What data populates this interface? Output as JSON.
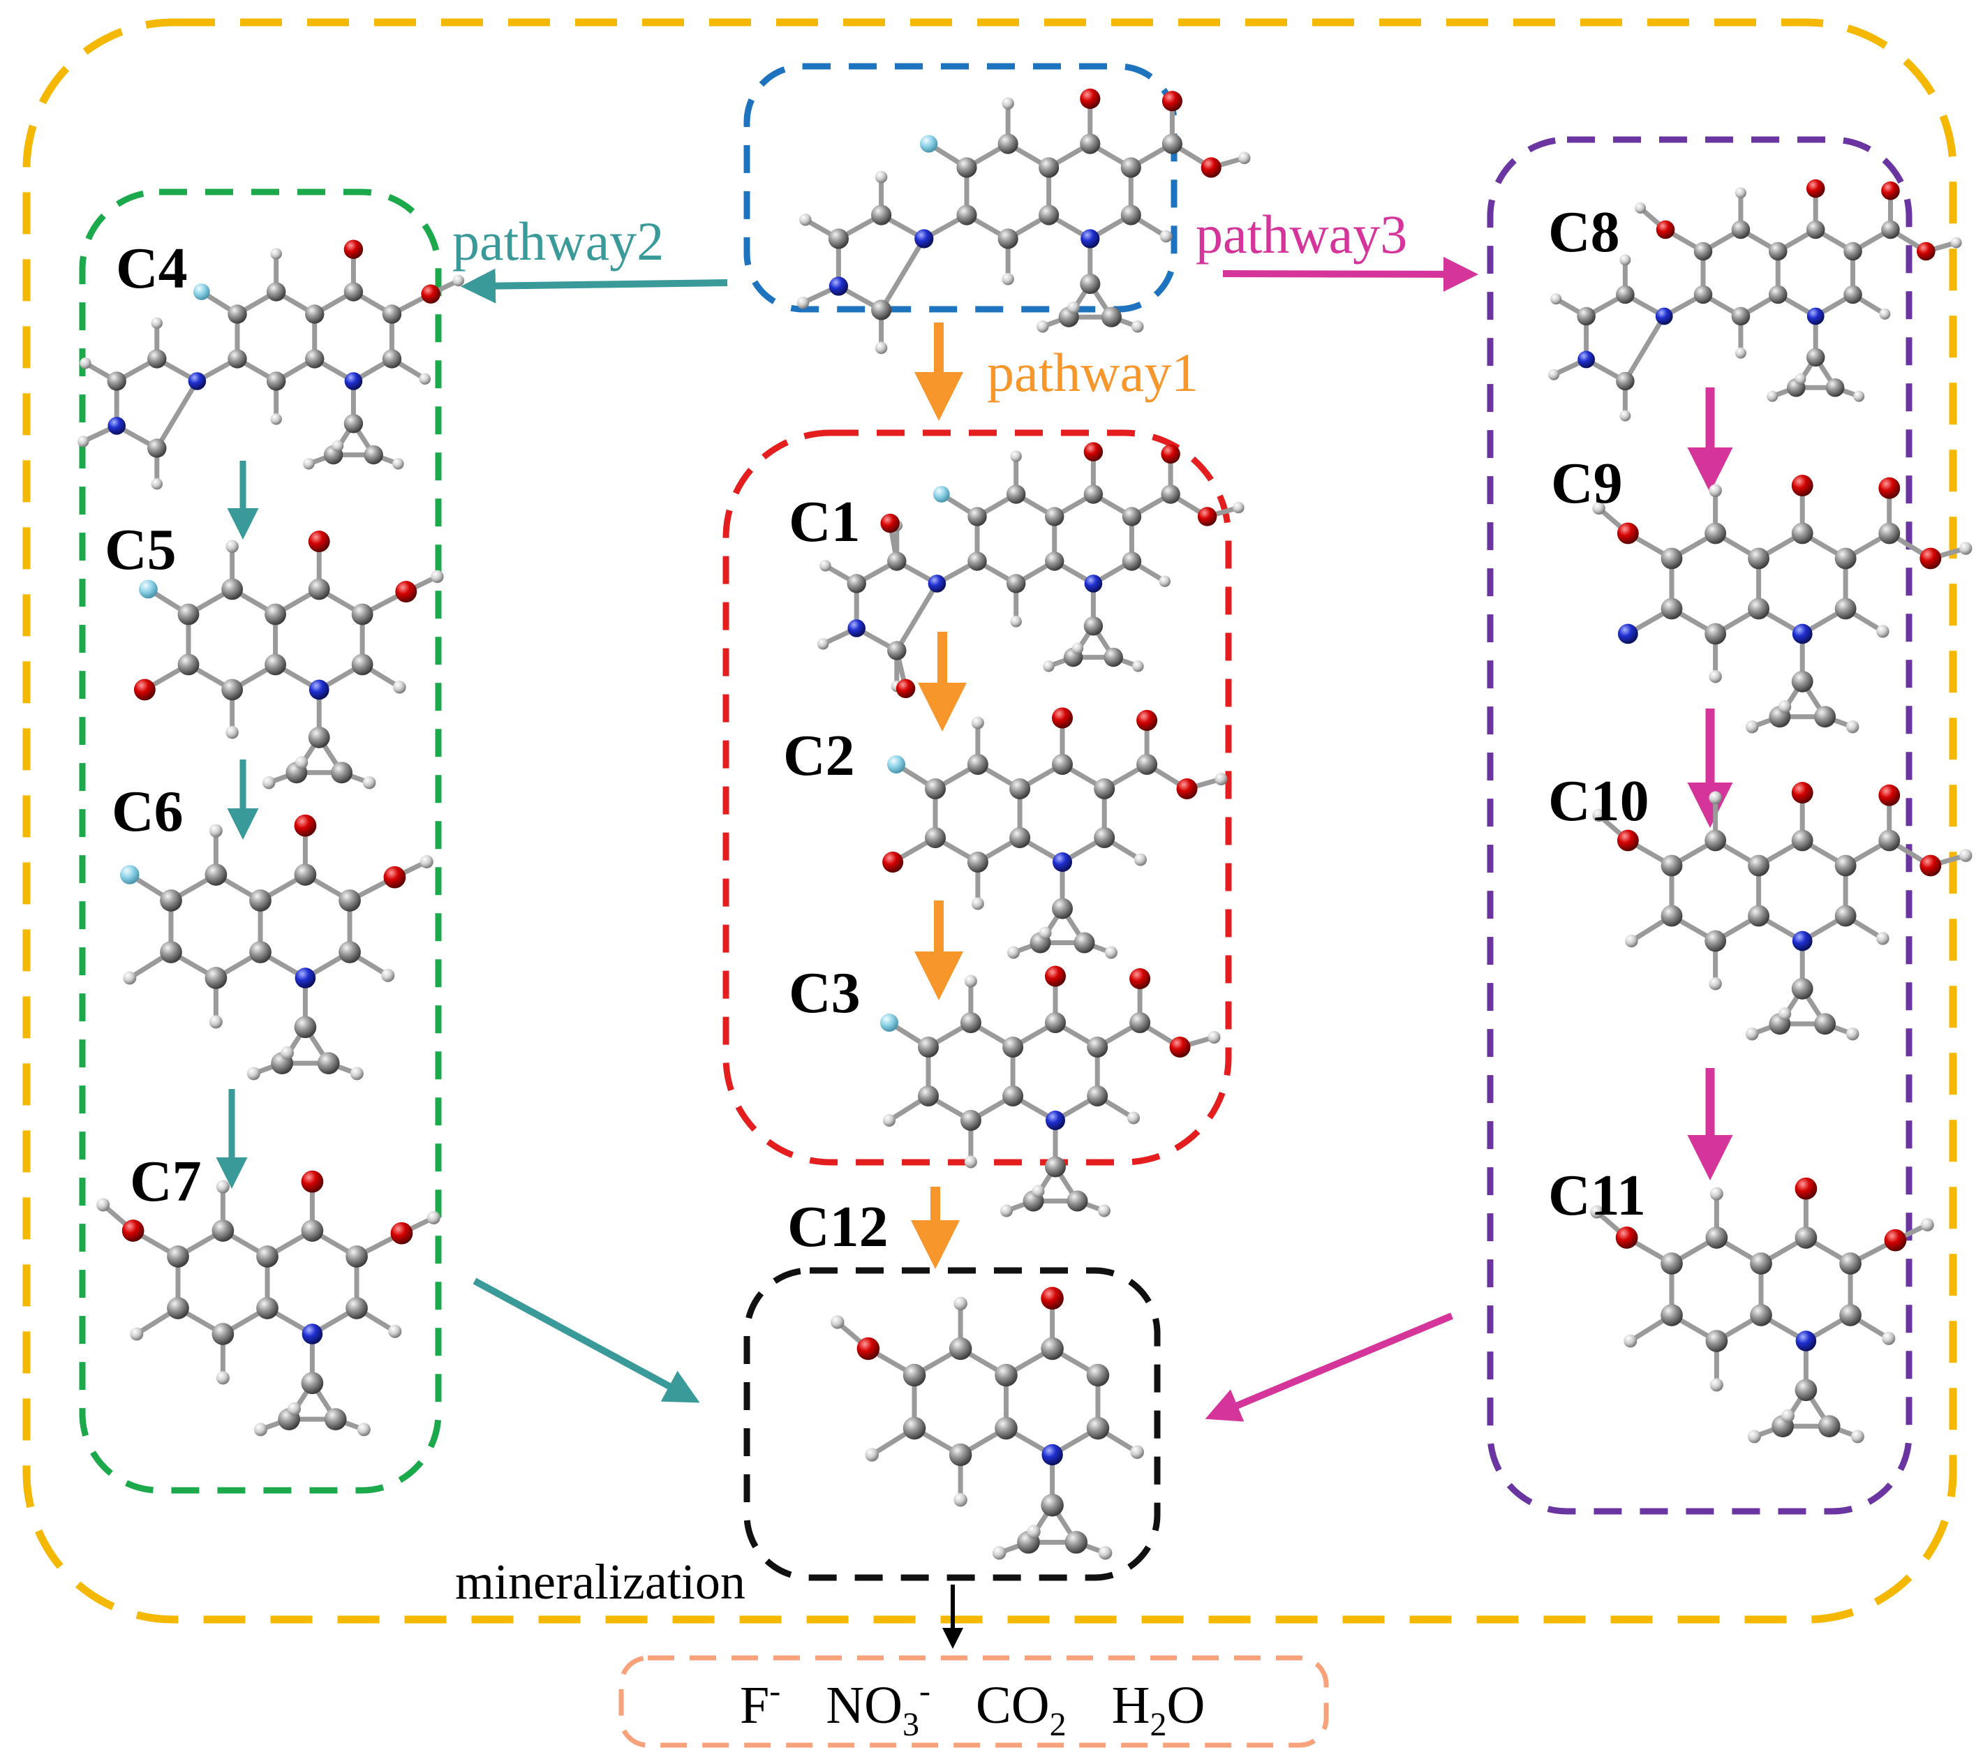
{
  "pathways": {
    "p1": "pathway1",
    "p2": "pathway2",
    "p3": "pathway3"
  },
  "compounds": {
    "c1": "C1",
    "c2": "C2",
    "c3": "C3",
    "c4": "C4",
    "c5": "C5",
    "c6": "C6",
    "c7": "C7",
    "c8": "C8",
    "c9": "C9",
    "c10": "C10",
    "c11": "C11",
    "c12": "C12"
  },
  "mineralization": "mineralization",
  "products": {
    "f": "F",
    "f_sup": "-",
    "no": "NO",
    "no_sub": "3",
    "no_sup": "-",
    "co": "CO",
    "co_sub": "2",
    "h": "H",
    "h_sub": "2",
    "h_end": "O"
  },
  "colors": {
    "outer": "#f5b800",
    "parent": "#1e73be",
    "path1_box": "#e41e1e",
    "path2_box": "#1ca94b",
    "path3_box": "#6a35a0",
    "final_box": "#111111",
    "products_box": "#f7a27a",
    "p1": "#f7962b",
    "p2": "#3a9a9a",
    "p3": "#d5359a",
    "carbon": "#8a8a8a",
    "oxygen": "#d40000",
    "nitrogen": "#1f2fd0",
    "fluorine": "#8ed3e8",
    "hydrogen": "#d8d8d8"
  }
}
